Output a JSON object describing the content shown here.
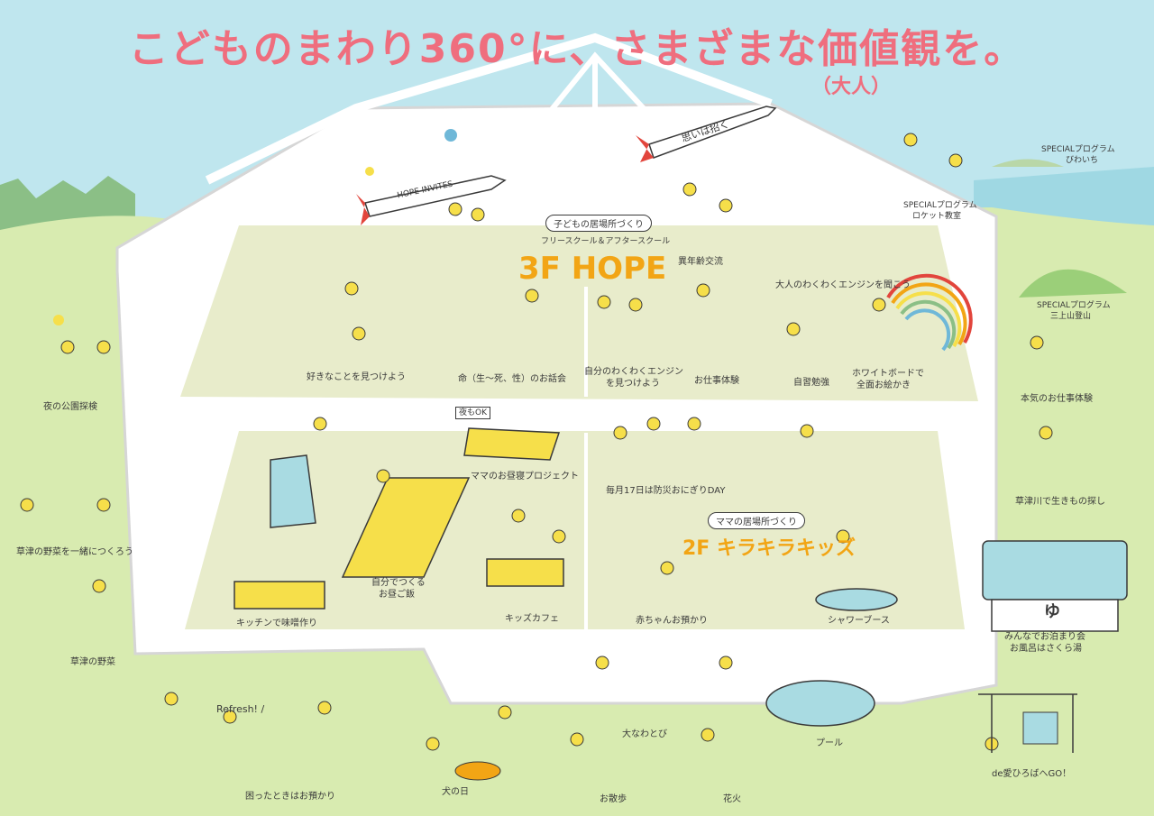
{
  "title": "こどものまわり360°に、さまざまな価値観を。",
  "subtitle": "（大人）",
  "floors": {
    "f3": {
      "name": "3F HOPE",
      "tag": "子どもの居場所づくり",
      "sub": "フリースクール＆アフタースクール"
    },
    "f2": {
      "name": "2F キラキラキッズ",
      "tag": "ママの居場所づくり"
    }
  },
  "rocket_hope": "HOPE INVITES",
  "rocket_omoi": "思いは招く",
  "sign_ok": "夜もOK",
  "refresh": "Refresh! /",
  "pool_char": "ゆ",
  "special": {
    "biwaichi": {
      "line1": "SPECIALプログラム",
      "line2": "びわいち"
    },
    "rocket": {
      "line1": "SPECIALプログラム",
      "line2": "ロケット教室"
    },
    "mikami": {
      "line1": "SPECIALプログラム",
      "line2": "三上山登山"
    }
  },
  "activities": {
    "inennrei": "異年齢交流",
    "engine_adult": "大人のわくわくエンジンを聞こう",
    "sukina": "好きなことを見つけよう",
    "inochi": "命（生～死、性）のお話会",
    "jibun_engine1": "自分のわくわくエンジン",
    "jibun_engine2": "を見つけよう",
    "oshigoto": "お仕事体験",
    "jisyu": "自習勉強",
    "whiteboard1": "ホワイトボードで",
    "whiteboard2": "全面お絵かき",
    "mama_hirune": "ママのお昼寝プロジェクト",
    "bousai": "毎月17日は防災おにぎりDAY",
    "jibun_gohan1": "自分でつくる",
    "jibun_gohan2": "お昼ご飯",
    "kitchen_miso": "キッチンで味噌作り",
    "kids_cafe": "キッズカフェ",
    "akachan": "赤ちゃんお預かり",
    "shower": "シャワーブース",
    "yoru_kouen": "夜の公園探検",
    "yasai_issho": "草津の野菜を一緒につくろう",
    "kusatsu_yasai": "草津の野菜",
    "honki_shigoto": "本気のお仕事体験",
    "kusatsu_river": "草津川で生きもの探し",
    "otomari1": "みんなでお泊まり会",
    "otomari2": "お風呂はさくら湯",
    "komattatoki": "困ったときはお預かり",
    "inu": "犬の日",
    "oonawa": "大なわとび",
    "osanpo": "お散歩",
    "hanabi": "花火",
    "pool": "プール",
    "hiroba": "de愛ひろばへGO！"
  },
  "colors": {
    "sky": "#bfe6ee",
    "hill": "#d8ebb0",
    "floor": "#e8eccb",
    "accent_yellow": "#f6df4a",
    "accent_red": "#e2453c",
    "title_pink": "#ef6e7e",
    "hope_orange": "#f2a515"
  }
}
